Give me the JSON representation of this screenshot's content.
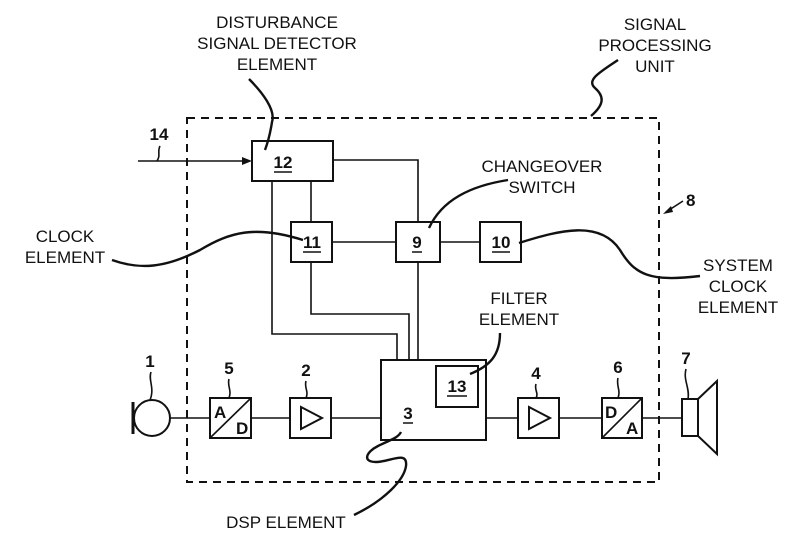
{
  "diagram": {
    "labels": {
      "disturbance": [
        "DISTURBANCE",
        "SIGNAL DETECTOR",
        "ELEMENT"
      ],
      "signal_processing": [
        "SIGNAL",
        "PROCESSING",
        "UNIT"
      ],
      "changeover": [
        "CHANGEOVER",
        "SWITCH"
      ],
      "clock": [
        "CLOCK",
        "ELEMENT"
      ],
      "system_clock": [
        "SYSTEM",
        "CLOCK",
        "ELEMENT"
      ],
      "filter": [
        "FILTER",
        "ELEMENT"
      ],
      "dsp": "DSP ELEMENT"
    },
    "blocks": {
      "b12": "12",
      "b11": "11",
      "b9": "9",
      "b10": "10",
      "b3": "3",
      "b13": "13"
    },
    "converters": {
      "ad_top": "A",
      "ad_bottom": "D",
      "da_top": "D",
      "da_bottom": "A"
    },
    "ref_numbers": {
      "microphone": "1",
      "amp_in": "2",
      "amp_out": "4",
      "adc": "5",
      "dac": "6",
      "speaker": "7",
      "unit": "8",
      "input_line": "14"
    }
  }
}
